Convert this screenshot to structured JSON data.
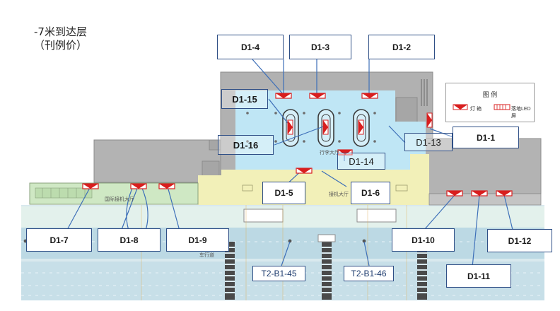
{
  "title": {
    "line1": "-7米到达层",
    "line2": "（刊例价）"
  },
  "legend": {
    "title": "图 例",
    "item_light_box": "灯 箱",
    "item_led_screen": "落地LED屏"
  },
  "halls": {
    "baggage_claim": "行李大厅",
    "international_arrival": "国际接机大厅",
    "arrival_hall": "接机大厅",
    "driveway": "车行道"
  },
  "spots": {
    "d1_1": "D1-1",
    "d1_2": "D1-2",
    "d1_3": "D1-3",
    "d1_4": "D1-4",
    "d1_5": "D1-5",
    "d1_6": "D1-6",
    "d1_7": "D1-7",
    "d1_8": "D1-8",
    "d1_9": "D1-9",
    "d1_10": "D1-10",
    "d1_11": "D1-11",
    "d1_12": "D1-12",
    "d1_13": "D1-13",
    "d1_14": "D1-14",
    "d1_15": "D1-15",
    "d1_16": "D1-16",
    "t2_b1_45": "T2-B1-45",
    "t2_b1_46": "T2-B1-46"
  },
  "colors": {
    "baggage_blue": "#bfe6f5",
    "arrival_yellow": "#f2f0b8",
    "intl_green": "#cfe8c4",
    "building_gray": "#b2b2b2",
    "road_blue": "#cfe2ea",
    "marker_red": "#d81e1e",
    "label_border": "#2f4f86"
  }
}
